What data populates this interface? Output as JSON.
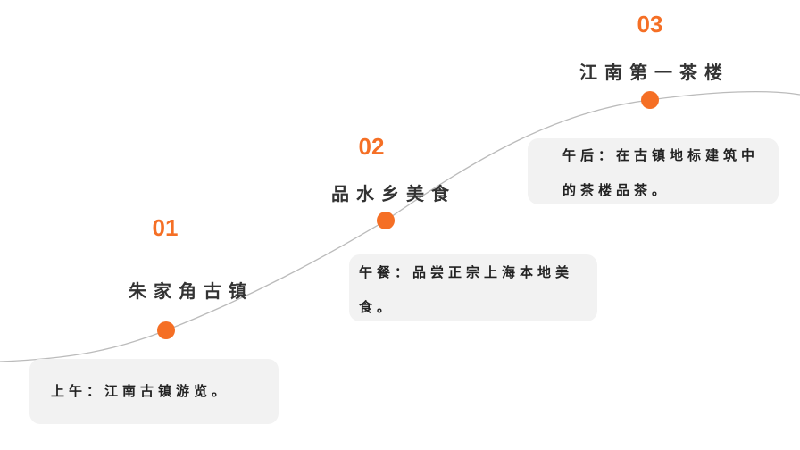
{
  "colors": {
    "accent": "#f56f25",
    "box": "#f2f2f2",
    "line": "#bbbbbb"
  },
  "stops": [
    {
      "number": "01",
      "title": "朱家角古镇",
      "desc": "上午：江南古镇游览。"
    },
    {
      "number": "02",
      "title": "品水乡美食",
      "desc": "午餐：品尝正宗上海本地美食。"
    },
    {
      "number": "03",
      "title": "江南第一茶楼",
      "desc": "午后：在古镇地标建筑中的茶楼品茶。"
    }
  ]
}
